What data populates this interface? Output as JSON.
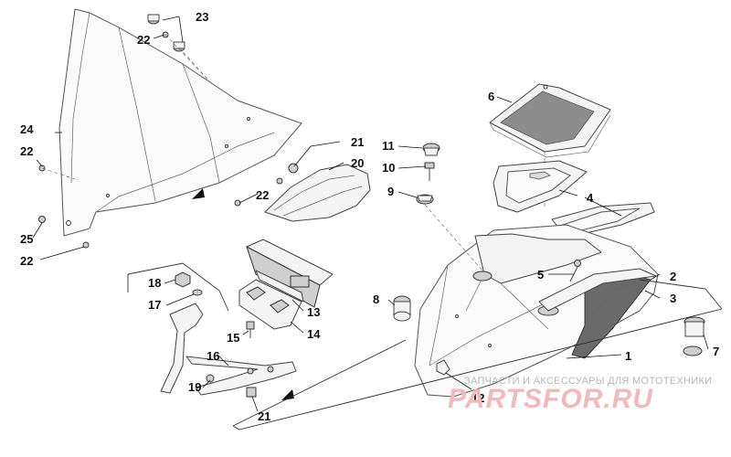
{
  "diagram": {
    "part_callouts": [
      "1",
      "2",
      "3",
      "4",
      "5",
      "6",
      "7",
      "8",
      "9",
      "10",
      "11",
      "12",
      "13",
      "14",
      "15",
      "16",
      "17",
      "18",
      "19",
      "20",
      "21",
      "22",
      "23",
      "24",
      "25"
    ],
    "labels": [
      {
        "id": "l23",
        "text": "23"
      },
      {
        "id": "l22a",
        "text": "22"
      },
      {
        "id": "l24",
        "text": "24"
      },
      {
        "id": "l22b",
        "text": "22"
      },
      {
        "id": "l25",
        "text": "25"
      },
      {
        "id": "l22c",
        "text": "22"
      },
      {
        "id": "l22d",
        "text": "22"
      },
      {
        "id": "l21a",
        "text": "21"
      },
      {
        "id": "l20",
        "text": "20"
      },
      {
        "id": "l11",
        "text": "11"
      },
      {
        "id": "l10",
        "text": "10"
      },
      {
        "id": "l9",
        "text": "9"
      },
      {
        "id": "l6",
        "text": "6"
      },
      {
        "id": "l4",
        "text": "4"
      },
      {
        "id": "l5",
        "text": "5"
      },
      {
        "id": "l2",
        "text": "2"
      },
      {
        "id": "l3",
        "text": "3"
      },
      {
        "id": "l1",
        "text": "1"
      },
      {
        "id": "l7",
        "text": "7"
      },
      {
        "id": "l8",
        "text": "8"
      },
      {
        "id": "l12",
        "text": "12"
      },
      {
        "id": "l13",
        "text": "13"
      },
      {
        "id": "l14",
        "text": "14"
      },
      {
        "id": "l15",
        "text": "15"
      },
      {
        "id": "l16",
        "text": "16"
      },
      {
        "id": "l17",
        "text": "17"
      },
      {
        "id": "l18",
        "text": "18"
      },
      {
        "id": "l19",
        "text": "19"
      },
      {
        "id": "l21b",
        "text": "21"
      }
    ]
  },
  "watermark": {
    "tagline": "ЗАПЧАСТИ И АКСЕССУАРЫ ДЛЯ МОТОТЕХНИКИ",
    "logo": "PARTSFOR.RU",
    "logo_color": "#f1b9b9"
  }
}
